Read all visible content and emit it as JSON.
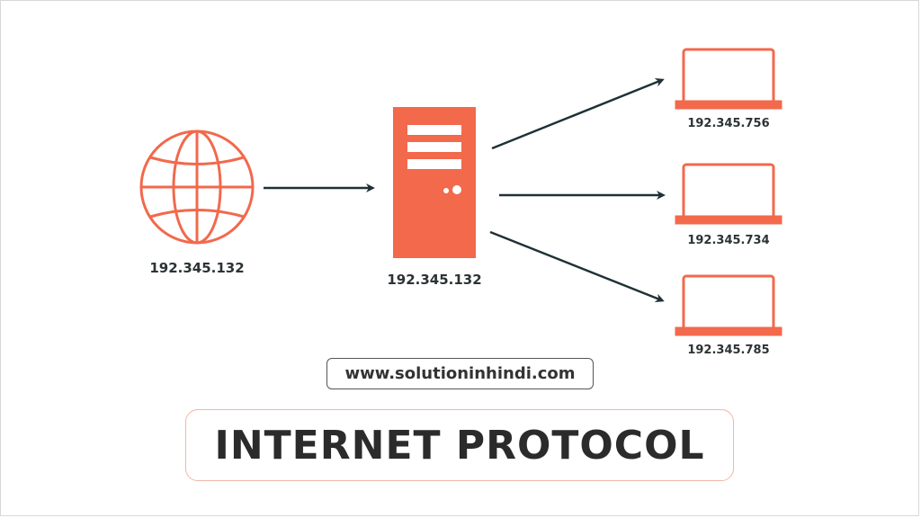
{
  "colors": {
    "accent": "#f2694c",
    "arrow": "#1f3137",
    "text": "#2c3335"
  },
  "nodes": {
    "globe": {
      "icon": "globe-icon",
      "ip": "192.345.132"
    },
    "server": {
      "icon": "server-icon",
      "ip": "192.345.132"
    },
    "laptops": [
      {
        "icon": "laptop-icon",
        "ip": "192.345.756"
      },
      {
        "icon": "laptop-icon",
        "ip": "192.345.734"
      },
      {
        "icon": "laptop-icon",
        "ip": "192.345.785"
      }
    ]
  },
  "website": "www.solutioninhindi.com",
  "title": "INTERNET PROTOCOL"
}
